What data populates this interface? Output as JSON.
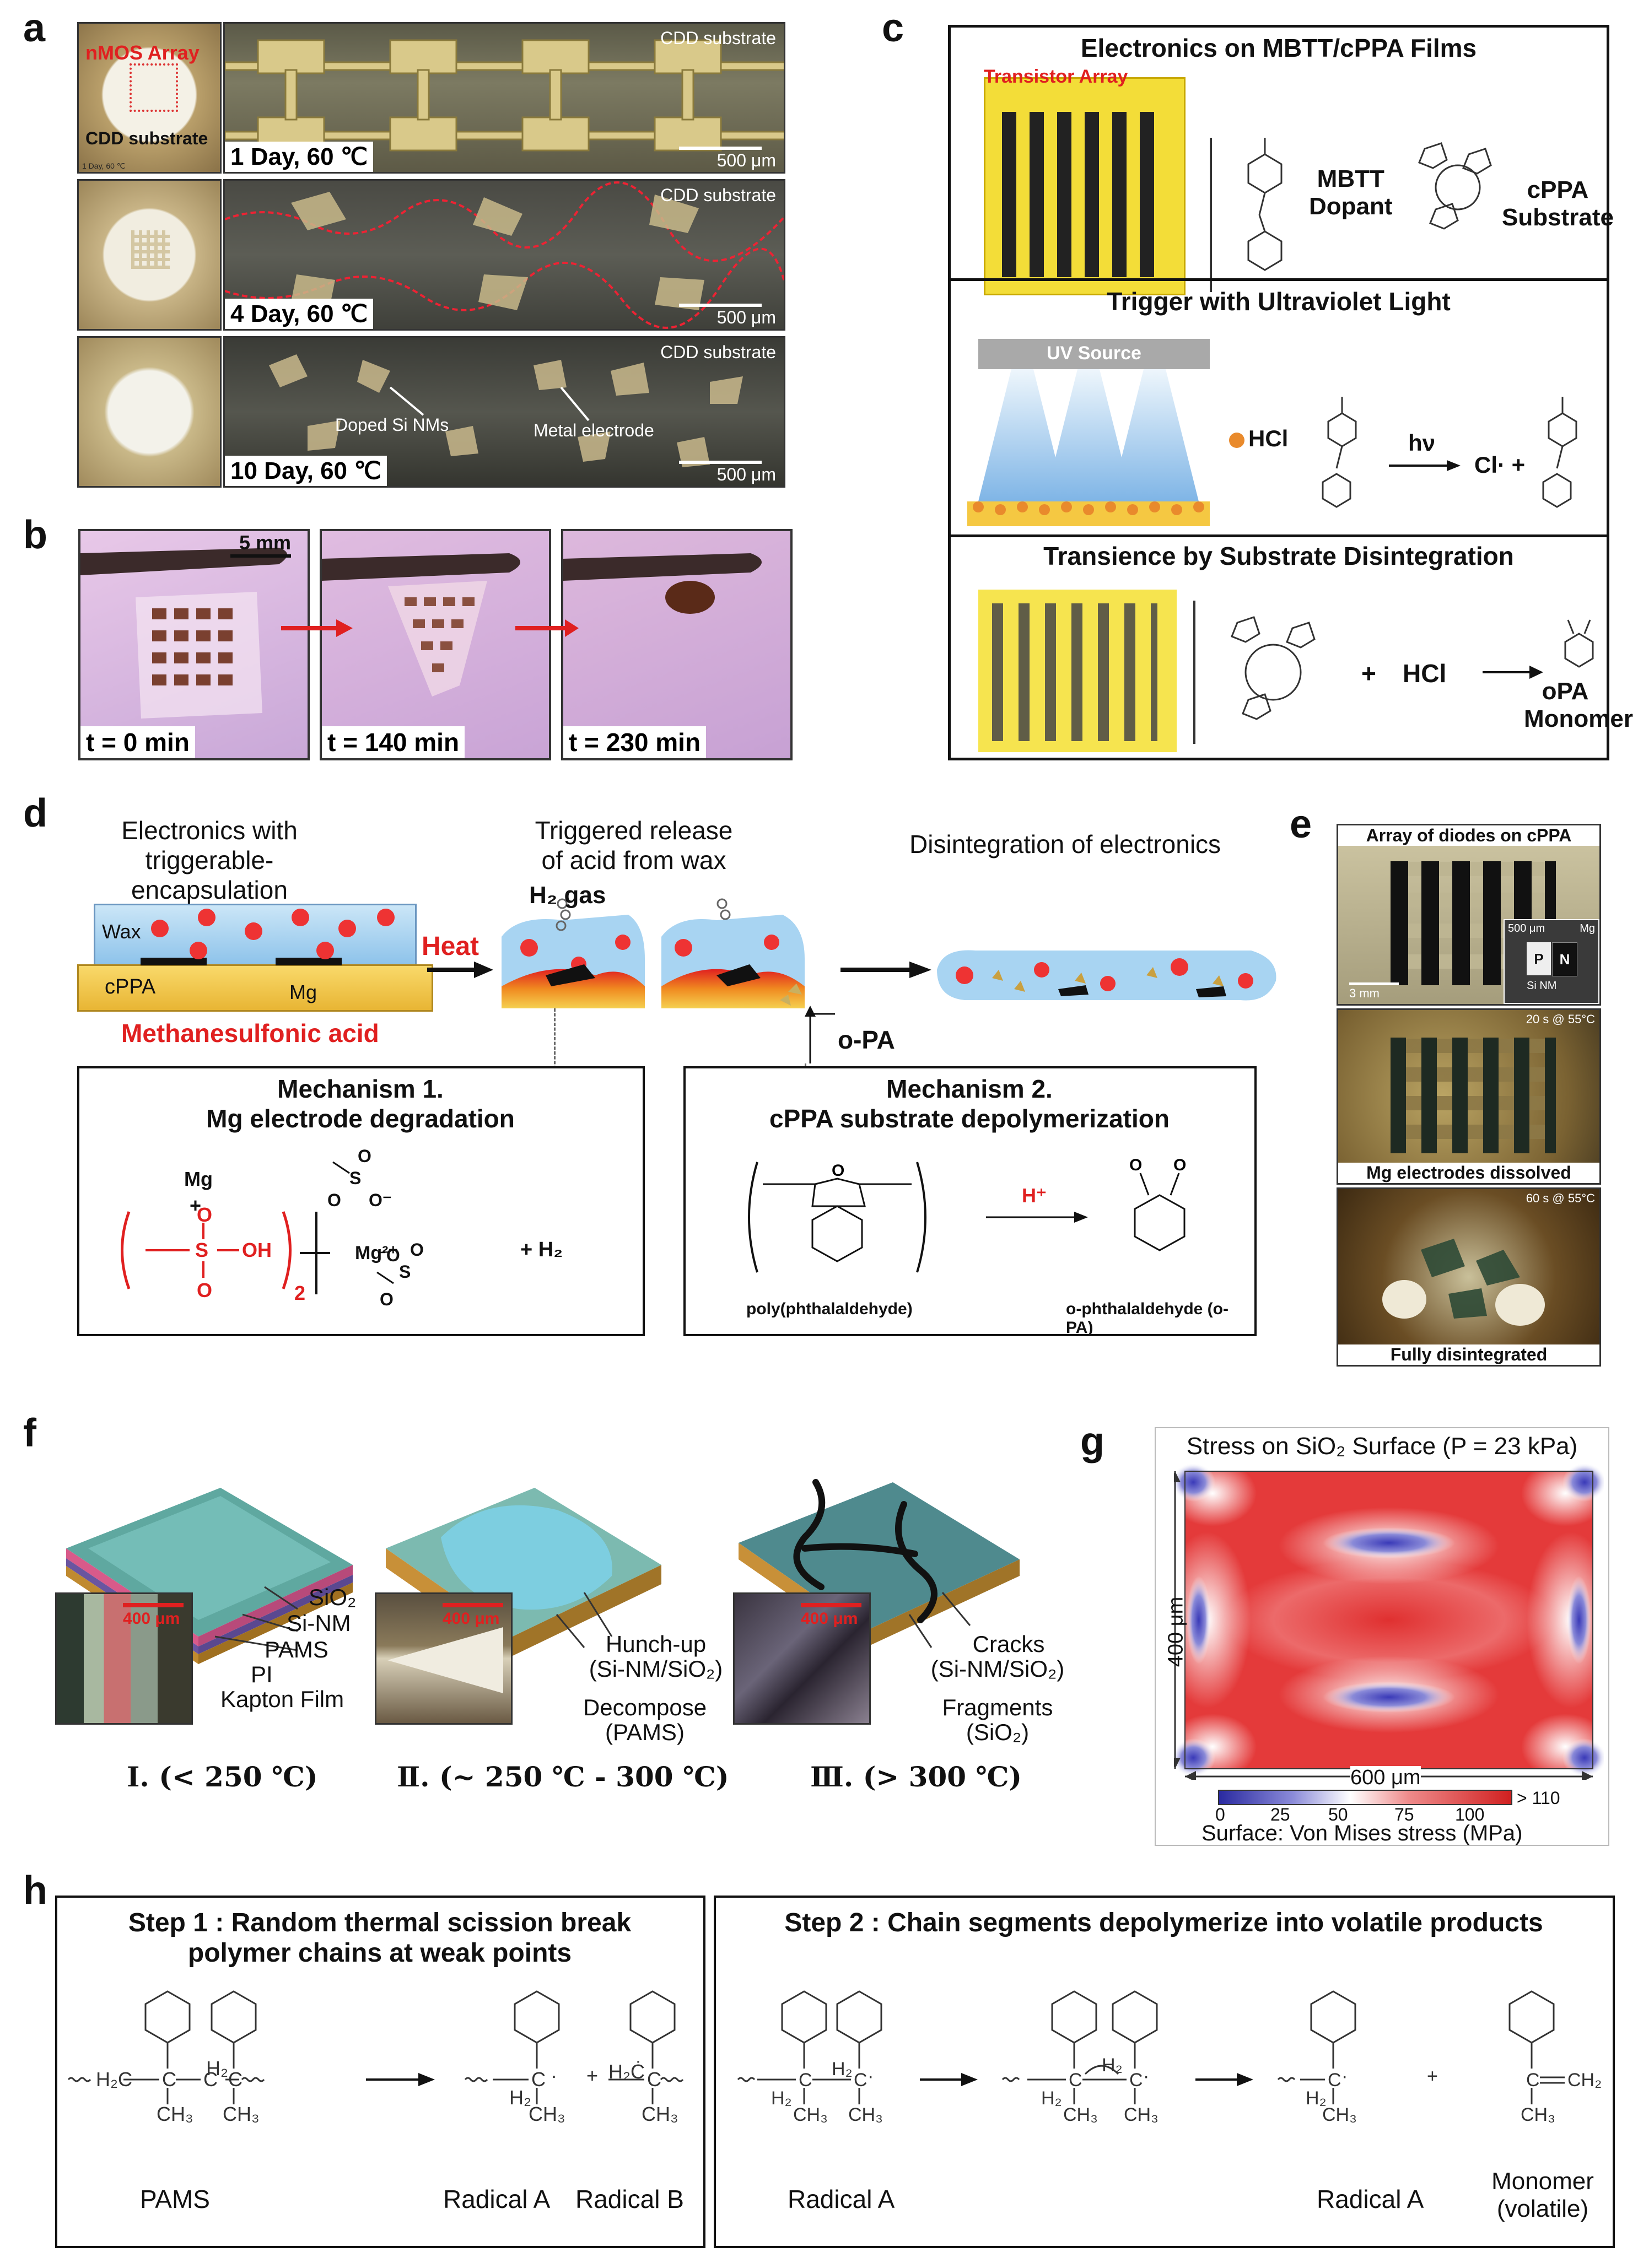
{
  "panel_letters": [
    "a",
    "b",
    "c",
    "d",
    "e",
    "f",
    "g",
    "h"
  ],
  "a": {
    "row1": {
      "inset_label": "nMOS Array",
      "inset_sub": "CDD substrate",
      "inset_small": "1 Day, 60 ℃",
      "substrate": "CDD substrate",
      "time": "1 Day, 60 ℃",
      "scale": "500 μm"
    },
    "row2": {
      "substrate": "CDD substrate",
      "time": "4 Day, 60 ℃",
      "scale": "500 μm"
    },
    "row3": {
      "substrate": "CDD substrate",
      "time": "10 Day, 60 ℃",
      "scale": "500 μm",
      "label_si": "Doped Si NMs",
      "label_metal": "Metal electrode"
    }
  },
  "b": {
    "scale": "5 mm",
    "t0": "t = 0 min",
    "t1": "t = 140 min",
    "t2": "t = 230 min"
  },
  "c": {
    "s1_title": "Electronics on MBTT/cPPA Films",
    "s1_array": "Transistor Array",
    "s1_mbtt": "MBTT\nDopant",
    "s1_cppa": "cPPA\nSubstrate",
    "s2_title": "Trigger with Ultraviolet Light",
    "s2_uv": "UV Source",
    "s2_hcl": "HCl",
    "s2_hv": "hν",
    "s2_cl": "Cl·  +",
    "s3_title": "Transience by Substrate Disintegration",
    "s3_plus": "+",
    "s3_hcl": "HCl",
    "s3_product": "oPA\nMonomer"
  },
  "d": {
    "h1": "Electronics with\ntriggerable-encapsulation",
    "h2": "Triggered release\nof acid from wax",
    "h3": "Disintegration of electronics",
    "wax": "Wax",
    "cppa": "cPPA",
    "mg": "Mg",
    "heat": "Heat",
    "h2gas": "H₂ gas",
    "opa": "o-PA",
    "acid": "Methanesulfonic acid",
    "m1_title": "Mechanism 1.\nMg electrode degradation",
    "m1_mg": "Mg",
    "m1_plus": "+",
    "m1_mg2": "Mg²⁺",
    "m1_h2": "+ H₂",
    "m2_title": "Mechanism 2.\ncPPA substrate depolymerization",
    "m2_h": "H⁺",
    "m2_poly": "poly(phthalaldehyde)",
    "m2_opa": "o-phthalaldehyde (o-PA)"
  },
  "e": {
    "top": "Array of diodes on cPPA",
    "scale1": "3 mm",
    "scale2": "500 μm",
    "mg": "Mg",
    "sinm": "Si NM",
    "p": "P",
    "n": "N",
    "t1": "20 s @ 55°C",
    "mid": "Mg electrodes dissolved",
    "t2": "60 s @ 55°C",
    "bottom": "Fully disintegrated"
  },
  "f": {
    "scale": "400 μm",
    "l1": [
      "SiO₂",
      "Si-NM",
      "PAMS",
      "PI",
      "Kapton Film"
    ],
    "l2": [
      "Hunch-up",
      "(Si-NM/SiO₂)",
      "Decompose",
      "(PAMS)"
    ],
    "l3": [
      "Cracks",
      "(Si-NM/SiO₂)",
      "Fragments",
      "(SiO₂)"
    ],
    "c1": "Ⅰ. (< 250 ℃)",
    "c2": "Ⅱ. (~ 250 ℃ - 300 ℃)",
    "c3": "Ⅲ. (> 300 ℃)"
  },
  "g": {
    "title": "Stress on SiO₂ Surface (P = 23 kPa)",
    "ylabel": "400 μm",
    "xlabel": "600 μm",
    "ticks": [
      "0",
      "25",
      "50",
      "75",
      "100"
    ],
    "over": "> 110",
    "cbar_label": "Surface: Von Mises stress (MPa)"
  },
  "h": {
    "s1_title": "Step 1 : Random thermal scission break\npolymer chains at weak points",
    "s1_pams": "PAMS",
    "s1_ra": "Radical A",
    "s1_rb": "Radical B",
    "s2_title": "Step 2 : Chain segments depolymerize into volatile products",
    "s2_ra1": "Radical A",
    "s2_ra2": "Radical A",
    "s2_mono": "Monomer\n(volatile)"
  },
  "colors": {
    "uv_blue": "#7fb5e6",
    "wax_blue": "#a8d4f2",
    "cppa_yellow": "#f5c842",
    "acid_red": "#e11",
    "film_yellow": "#f6e23c",
    "b_bg": "#c9a8d8"
  }
}
